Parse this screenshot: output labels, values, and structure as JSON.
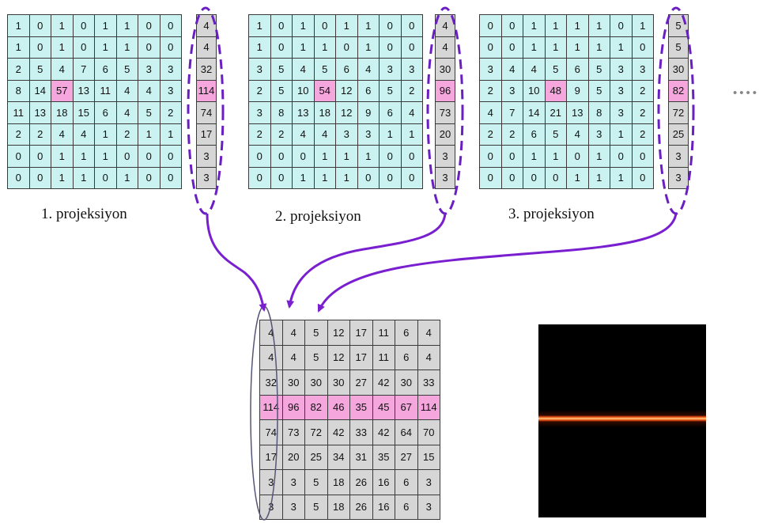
{
  "projections": [
    {
      "caption": "1. projeksiyon",
      "matrix": [
        [
          1,
          0,
          1,
          0,
          1,
          1,
          0,
          0
        ],
        [
          1,
          0,
          1,
          0,
          1,
          1,
          0,
          0
        ],
        [
          2,
          5,
          4,
          7,
          6,
          5,
          3,
          3
        ],
        [
          8,
          14,
          57,
          13,
          11,
          4,
          4,
          3
        ],
        [
          11,
          13,
          18,
          15,
          6,
          4,
          5,
          2
        ],
        [
          2,
          2,
          4,
          4,
          1,
          2,
          1,
          1
        ],
        [
          0,
          0,
          1,
          1,
          1,
          0,
          0,
          0
        ],
        [
          0,
          0,
          1,
          1,
          0,
          1,
          0,
          0
        ]
      ],
      "highlight": [
        3,
        2
      ],
      "sums": [
        4,
        4,
        32,
        114,
        74,
        17,
        3,
        3
      ]
    },
    {
      "caption": "2. projeksiyon",
      "matrix": [
        [
          1,
          0,
          1,
          0,
          1,
          1,
          0,
          0
        ],
        [
          1,
          0,
          1,
          1,
          0,
          1,
          0,
          0
        ],
        [
          3,
          5,
          4,
          5,
          6,
          4,
          3,
          3
        ],
        [
          2,
          5,
          10,
          54,
          12,
          6,
          5,
          2
        ],
        [
          3,
          8,
          13,
          18,
          12,
          9,
          6,
          4
        ],
        [
          2,
          2,
          4,
          4,
          3,
          3,
          1,
          1
        ],
        [
          0,
          0,
          0,
          1,
          1,
          1,
          0,
          0
        ],
        [
          0,
          0,
          1,
          1,
          1,
          0,
          0,
          0
        ]
      ],
      "highlight": [
        3,
        3
      ],
      "sums": [
        4,
        4,
        30,
        96,
        73,
        20,
        3,
        3
      ]
    },
    {
      "caption": "3. projeksiyon",
      "matrix": [
        [
          0,
          0,
          1,
          1,
          1,
          1,
          0,
          1
        ],
        [
          0,
          0,
          1,
          1,
          1,
          1,
          1,
          0
        ],
        [
          3,
          4,
          4,
          5,
          6,
          5,
          3,
          3
        ],
        [
          2,
          3,
          10,
          48,
          9,
          5,
          3,
          2
        ],
        [
          4,
          7,
          14,
          21,
          13,
          8,
          3,
          2
        ],
        [
          2,
          2,
          6,
          5,
          4,
          3,
          1,
          2
        ],
        [
          0,
          0,
          1,
          1,
          0,
          1,
          0,
          0
        ],
        [
          0,
          0,
          0,
          0,
          1,
          1,
          1,
          0
        ]
      ],
      "highlight": [
        3,
        3
      ],
      "sums": [
        5,
        5,
        30,
        82,
        72,
        25,
        3,
        3
      ]
    }
  ],
  "sinogram": {
    "matrix": [
      [
        4,
        4,
        5,
        12,
        17,
        11,
        6,
        4
      ],
      [
        4,
        4,
        5,
        12,
        17,
        11,
        6,
        4
      ],
      [
        32,
        30,
        30,
        30,
        27,
        42,
        30,
        33
      ],
      [
        114,
        96,
        82,
        46,
        35,
        45,
        67,
        114
      ],
      [
        74,
        73,
        72,
        42,
        33,
        42,
        64,
        70
      ],
      [
        17,
        20,
        25,
        34,
        31,
        35,
        27,
        15
      ],
      [
        3,
        3,
        5,
        18,
        26,
        16,
        6,
        3
      ],
      [
        3,
        3,
        5,
        18,
        26,
        16,
        6,
        3
      ]
    ],
    "highlight_row": 3
  },
  "colors": {
    "cell_fill": "#c9f2f1",
    "sum_fill": "#d6d6d6",
    "highlight": "#f4a6dd",
    "dashed_outline": "#6a1fc2",
    "arrow": "#7a1fd0",
    "sinogram_bg": "#000000",
    "sinogram_line": "#ff8a3a"
  },
  "continuation_glyph": "••••"
}
